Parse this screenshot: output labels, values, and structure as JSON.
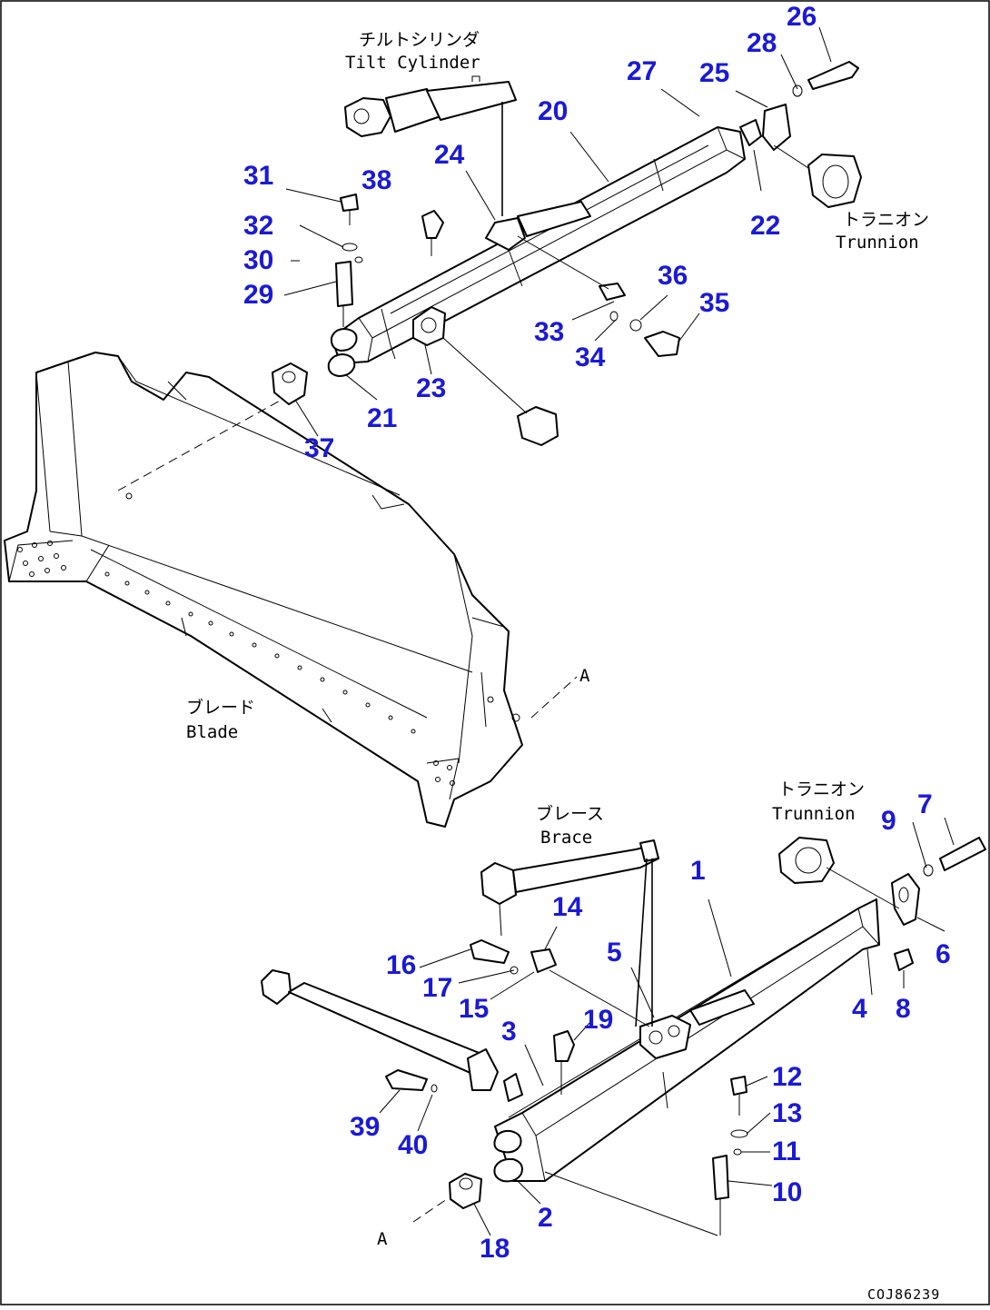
{
  "labels": {
    "tilt_cylinder_jp": "チルトシリンダ",
    "tilt_cylinder_en": "Tilt Cylinder",
    "trunnion_top_jp": "トラニオン",
    "trunnion_top_en": "Trunnion",
    "blade_jp": "ブレード",
    "blade_en": "Blade",
    "brace_jp": "ブレース",
    "brace_en": "Brace",
    "trunnion_bottom_jp": "トラニオン",
    "trunnion_bottom_en": "Trunnion",
    "ref_a_top": "A",
    "ref_a_bottom": "A",
    "drawing_code": "COJ86239"
  },
  "callouts": [
    {
      "num": "26"
    },
    {
      "num": "28"
    },
    {
      "num": "27"
    },
    {
      "num": "25"
    },
    {
      "num": "20"
    },
    {
      "num": "24"
    },
    {
      "num": "31"
    },
    {
      "num": "38"
    },
    {
      "num": "22"
    },
    {
      "num": "32"
    },
    {
      "num": "30"
    },
    {
      "num": "29"
    },
    {
      "num": "36"
    },
    {
      "num": "35"
    },
    {
      "num": "33"
    },
    {
      "num": "34"
    },
    {
      "num": "23"
    },
    {
      "num": "21"
    },
    {
      "num": "37"
    },
    {
      "num": "7"
    },
    {
      "num": "9"
    },
    {
      "num": "1"
    },
    {
      "num": "14"
    },
    {
      "num": "6"
    },
    {
      "num": "16"
    },
    {
      "num": "5"
    },
    {
      "num": "17"
    },
    {
      "num": "15"
    },
    {
      "num": "4"
    },
    {
      "num": "8"
    },
    {
      "num": "3"
    },
    {
      "num": "19"
    },
    {
      "num": "12"
    },
    {
      "num": "13"
    },
    {
      "num": "39"
    },
    {
      "num": "40"
    },
    {
      "num": "11"
    },
    {
      "num": "10"
    },
    {
      "num": "2"
    },
    {
      "num": "18"
    }
  ]
}
